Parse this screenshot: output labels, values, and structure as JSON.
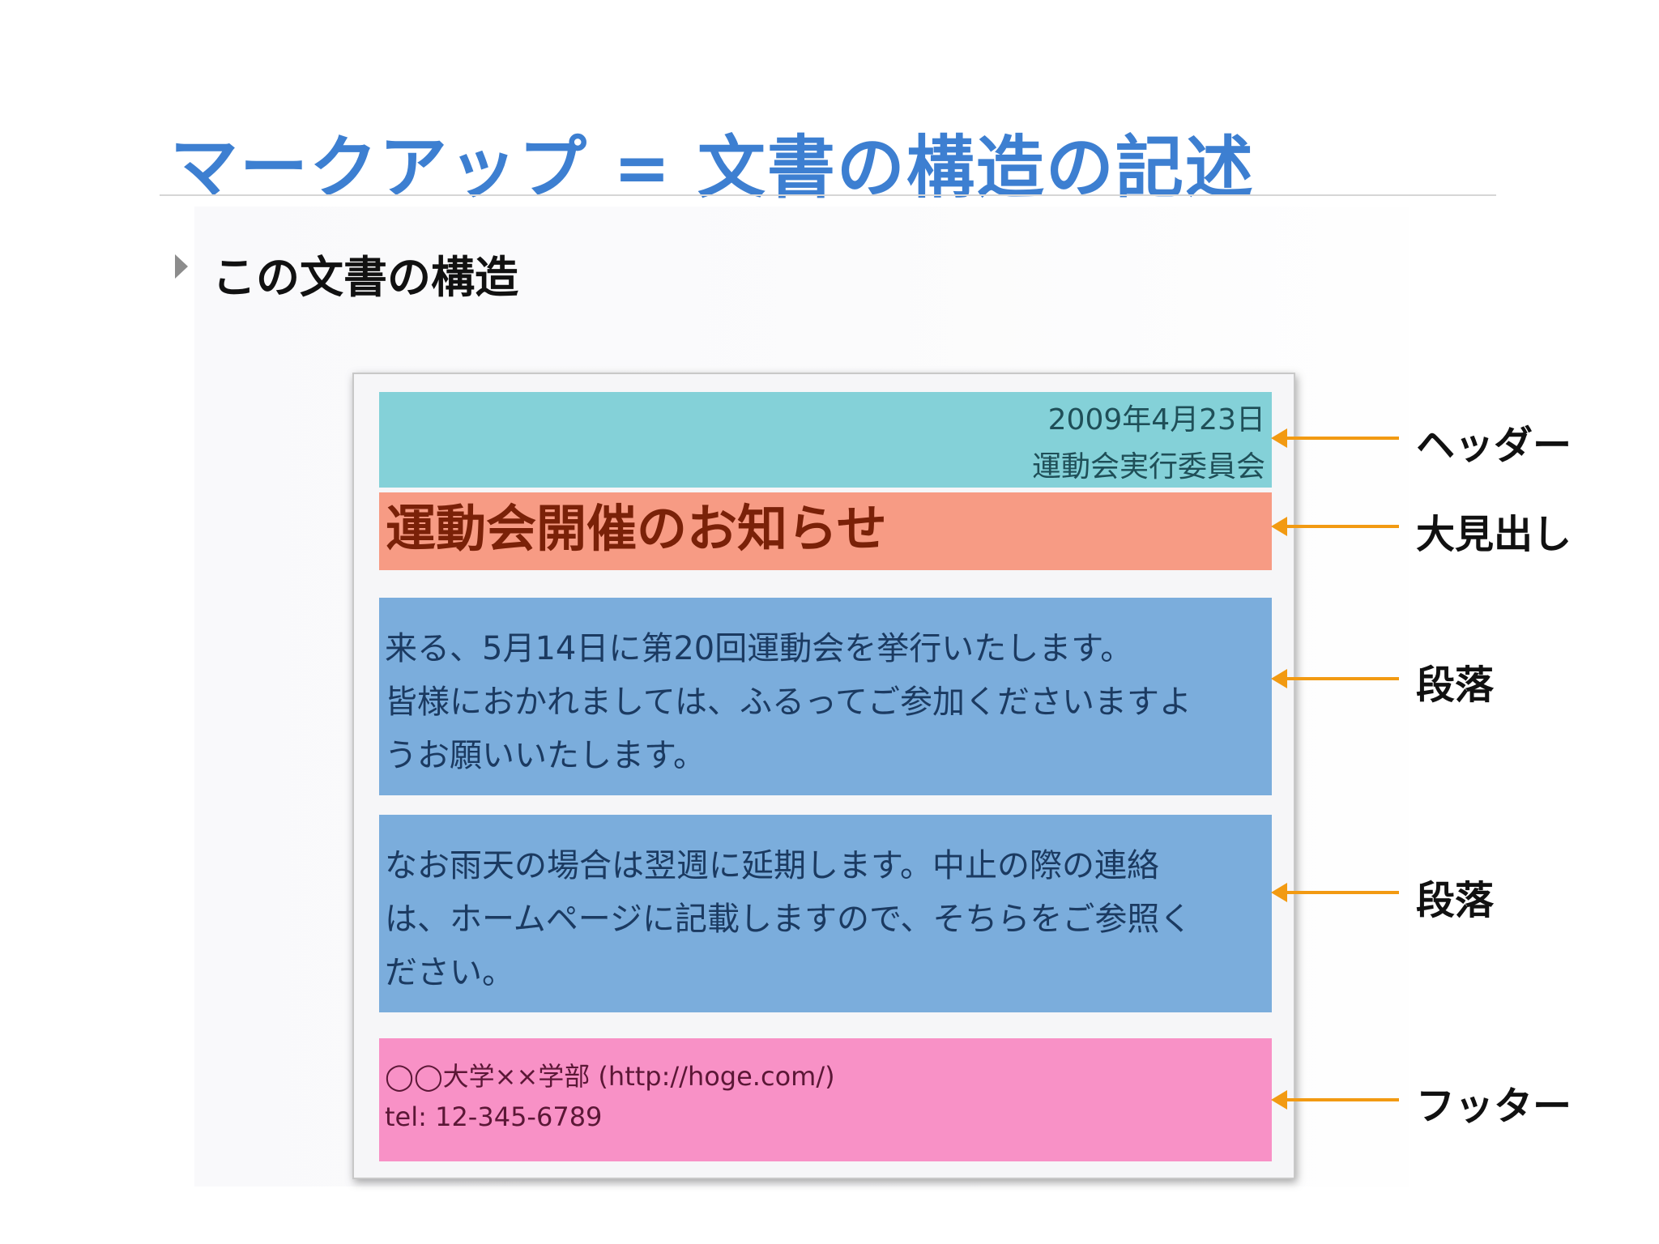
{
  "slide": {
    "title": "マークアップ = 文書の構造の記述",
    "bullet": "この文書の構造"
  },
  "document": {
    "header": {
      "date": "2009年4月23日",
      "organization": "運動会実行委員会"
    },
    "heading": "運動会開催のお知らせ",
    "paragraph1": [
      "来る、5月14日に第20回運動会を挙行いたします。",
      "皆様におかれましては、ふるってご参加くださいますよ",
      "うお願いいたします。"
    ],
    "paragraph2": [
      "なお雨天の場合は翌週に延期します。中止の際の連絡",
      "は、ホームページに記載しますので、そちらをご参照く",
      "ださい。"
    ],
    "footer": [
      "◯◯大学××学部 (http://hoge.com/)",
      "tel: 12-345-6789"
    ]
  },
  "callouts": {
    "header": "ヘッダー",
    "heading": "大見出し",
    "paragraph1": "段落",
    "paragraph2": "段落",
    "footer": "フッター"
  },
  "colors": {
    "title": "#3d7fd1",
    "header_block": "#84d1d8",
    "heading_block": "#f79b84",
    "paragraph_block": "#7baddc",
    "footer_block": "#f891c6",
    "arrow": "#f29a12"
  }
}
